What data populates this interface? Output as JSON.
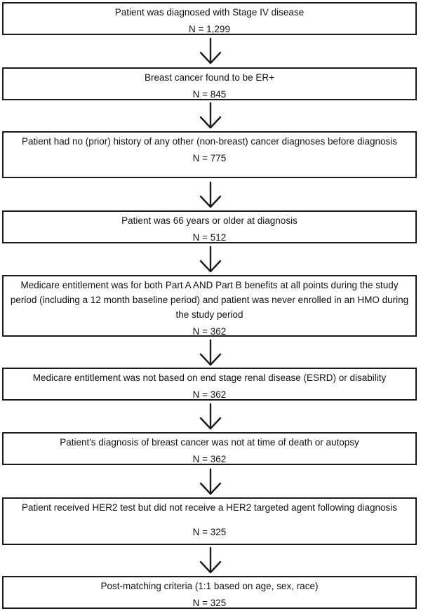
{
  "steps": [
    {
      "criterion": "Patient was diagnosed with Stage IV disease",
      "n": "N = 1,299"
    },
    {
      "criterion": "Breast cancer found to be ER+",
      "n": "N = 845"
    },
    {
      "criterion": "Patient had no (prior) history of any other (non-breast) cancer diagnoses before diagnosis",
      "n": "N = 775"
    },
    {
      "criterion": "Patient was 66 years or older at diagnosis",
      "n": "N = 512"
    },
    {
      "criterion": "Medicare entitlement was for both Part A AND Part B benefits at all points during the study period (including a 12 month baseline period) and patient was never enrolled in an HMO during the study period",
      "n": "N = 362"
    },
    {
      "criterion": "Medicare entitlement was not based on end stage renal disease (ESRD) or disability",
      "n": "N = 362"
    },
    {
      "criterion": "Patient's diagnosis of breast cancer was not at time of death or autopsy",
      "n": "N = 362"
    },
    {
      "criterion": "Patient received HER2 test but did not receive a HER2 targeted agent following diagnosis",
      "n": "N = 325"
    },
    {
      "criterion": "Post-matching criteria (1:1 based on age, sex, race)",
      "n": "N = 325"
    }
  ],
  "colors": {
    "border": "#1a1a1a",
    "text": "#111111",
    "background": "#ffffff"
  },
  "icons": {
    "connector": "down-arrow-icon"
  }
}
